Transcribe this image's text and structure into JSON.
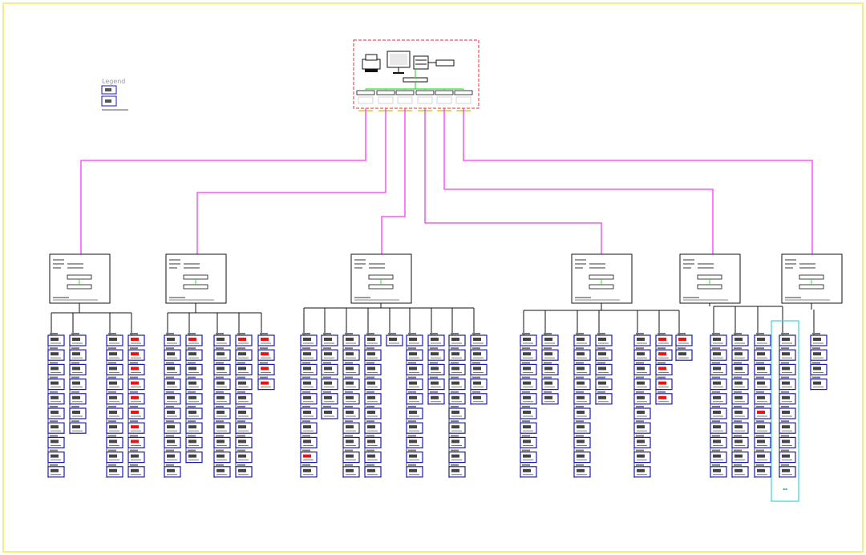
{
  "colors": {
    "frame_border": "#f5ee7a",
    "server_box": "#e03030",
    "fiber_link": "#ff33ff",
    "lan_link": "#33dd33",
    "meter_box": "#1a1aaa",
    "meter_alarm": "#ee1111",
    "highlight_box": "#33d4e6",
    "line": "#111111"
  },
  "icons": {
    "printer": "printer-icon",
    "monitor": "monitor-icon",
    "server": "server-icon",
    "meter": "meter-icon"
  },
  "legend": {
    "label": "Legend"
  },
  "stations": [
    {
      "id": "s1",
      "columns": [
        {
          "count": 10,
          "alarm": []
        },
        {
          "count": 7,
          "alarm": []
        },
        {
          "count": 10,
          "alarm": []
        },
        {
          "count": 10,
          "alarm": [
            0,
            1,
            2,
            3,
            4,
            5,
            6,
            7
          ]
        }
      ]
    },
    {
      "id": "s2",
      "columns": [
        {
          "count": 10,
          "alarm": []
        },
        {
          "count": 9,
          "alarm": [
            0
          ]
        },
        {
          "count": 10,
          "alarm": []
        },
        {
          "count": 10,
          "alarm": [
            0
          ]
        },
        {
          "count": 4,
          "alarm": [
            0,
            1,
            2,
            3
          ]
        }
      ]
    },
    {
      "id": "s3",
      "columns": [
        {
          "count": 10,
          "alarm": [
            8
          ]
        },
        {
          "count": 6,
          "alarm": []
        },
        {
          "count": 10,
          "alarm": []
        },
        {
          "count": 10,
          "alarm": []
        },
        {
          "count": 1,
          "alarm": []
        },
        {
          "count": 10,
          "alarm": []
        },
        {
          "count": 5,
          "alarm": []
        },
        {
          "count": 10,
          "alarm": []
        },
        {
          "count": 5,
          "alarm": []
        }
      ]
    },
    {
      "id": "s4",
      "columns": [
        {
          "count": 10,
          "alarm": []
        },
        {
          "count": 5,
          "alarm": []
        },
        {
          "count": 10,
          "alarm": []
        },
        {
          "count": 5,
          "alarm": []
        },
        {
          "count": 10,
          "alarm": []
        },
        {
          "count": 5,
          "alarm": [
            0,
            1,
            2,
            3,
            4
          ]
        },
        {
          "count": 2,
          "alarm": [
            0
          ]
        }
      ]
    },
    {
      "id": "s5",
      "columns": [
        {
          "count": 10,
          "alarm": []
        },
        {
          "count": 10,
          "alarm": []
        },
        {
          "count": 10,
          "alarm": [
            5
          ]
        },
        {
          "count": 10,
          "alarm": []
        }
      ]
    },
    {
      "id": "s6",
      "columns": [
        {
          "count": 4,
          "alarm": []
        }
      ]
    }
  ]
}
